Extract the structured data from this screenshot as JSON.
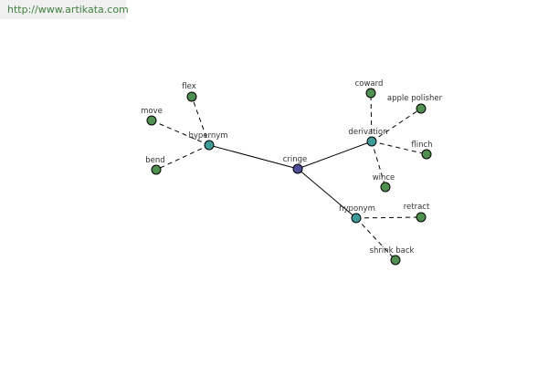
{
  "header": {
    "url": "http://www.artikata.com"
  },
  "colors": {
    "root": "#4a4f96",
    "relation": "#3f9a9a",
    "leaf": "#4f8f4f",
    "edge": "#000000",
    "banner_text": "#3f7f3f"
  },
  "graph": {
    "nodes": [
      {
        "id": "cringe",
        "label": "cringe",
        "kind": "root"
      },
      {
        "id": "hypernym",
        "label": "hypernym",
        "kind": "relation"
      },
      {
        "id": "derivation",
        "label": "derivation",
        "kind": "relation"
      },
      {
        "id": "hyponym",
        "label": "hyponym",
        "kind": "relation"
      },
      {
        "id": "flex",
        "label": "flex",
        "kind": "leaf"
      },
      {
        "id": "move",
        "label": "move",
        "kind": "leaf"
      },
      {
        "id": "bend",
        "label": "bend",
        "kind": "leaf"
      },
      {
        "id": "coward",
        "label": "coward",
        "kind": "leaf"
      },
      {
        "id": "apple_polisher",
        "label": "apple polisher",
        "kind": "leaf"
      },
      {
        "id": "flinch",
        "label": "flinch",
        "kind": "leaf"
      },
      {
        "id": "wince",
        "label": "wince",
        "kind": "leaf"
      },
      {
        "id": "retract",
        "label": "retract",
        "kind": "leaf"
      },
      {
        "id": "shrink_back",
        "label": "shrink back",
        "kind": "leaf"
      }
    ],
    "edges": [
      {
        "from": "cringe",
        "to": "hypernym",
        "style": "solid"
      },
      {
        "from": "cringe",
        "to": "derivation",
        "style": "solid"
      },
      {
        "from": "cringe",
        "to": "hyponym",
        "style": "solid"
      },
      {
        "from": "hypernym",
        "to": "flex",
        "style": "dashed"
      },
      {
        "from": "hypernym",
        "to": "move",
        "style": "dashed"
      },
      {
        "from": "hypernym",
        "to": "bend",
        "style": "dashed"
      },
      {
        "from": "derivation",
        "to": "coward",
        "style": "dashed"
      },
      {
        "from": "derivation",
        "to": "apple_polisher",
        "style": "dashed"
      },
      {
        "from": "derivation",
        "to": "flinch",
        "style": "dashed"
      },
      {
        "from": "derivation",
        "to": "wince",
        "style": "dashed"
      },
      {
        "from": "hyponym",
        "to": "retract",
        "style": "dashed"
      },
      {
        "from": "hyponym",
        "to": "shrink_back",
        "style": "dashed"
      }
    ]
  }
}
